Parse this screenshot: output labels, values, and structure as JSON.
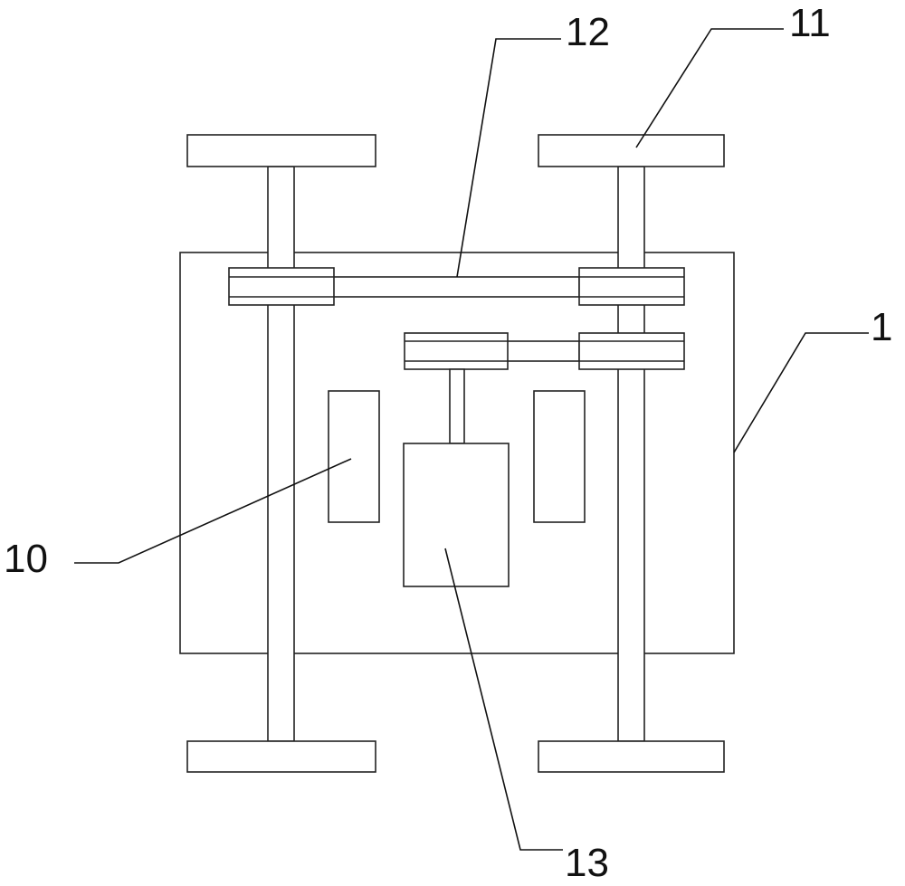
{
  "labels": {
    "frame": "1",
    "side_block": "10",
    "wheel": "11",
    "belt": "12",
    "motor": "13"
  },
  "colors": {
    "line": "#222222",
    "background": "#ffffff"
  }
}
